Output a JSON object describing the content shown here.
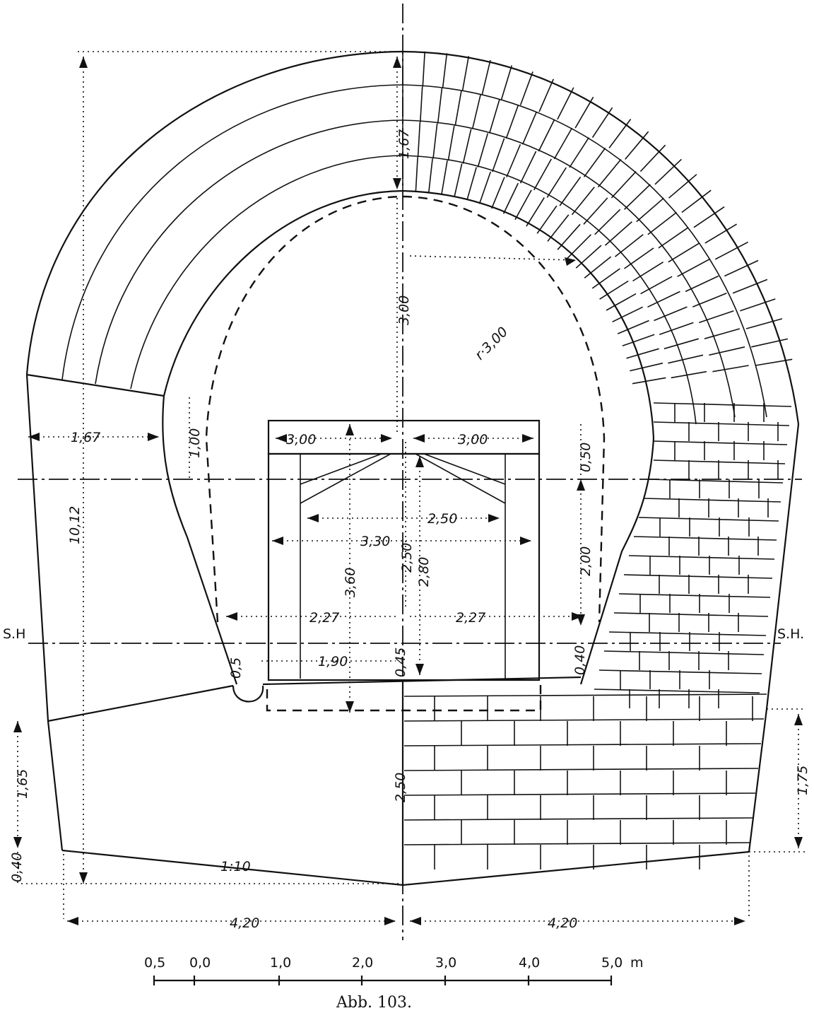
{
  "figure": {
    "caption": "Abb. 103."
  },
  "labels": {
    "sh_left": "S.H",
    "sh_right": "S.H.",
    "total_height": "10,12",
    "arch_thickness": "1,67",
    "crown_rise": "3,00",
    "radius": "r·3,00",
    "left_abutment": "1,67",
    "side_step": "1,00",
    "half_span_left": "3,00",
    "half_span_right": "3,00",
    "frame_width": "3,30",
    "frame_inner": "2,50",
    "frame_height": "3,60",
    "height_250": "2,50",
    "height_280": "2,80",
    "right_050": "0,50",
    "right_200": "2,00",
    "right_040": "0,40",
    "sh_left_227": "2,27",
    "sh_right_227": "2,27",
    "inner_190": "1,90",
    "small_045": "0,45",
    "gutter_05": "0,5",
    "found_height": "2,50",
    "left_165": "1,65",
    "left_040": "0,40",
    "right_175": "1,75",
    "slope": "1:10",
    "half_base_left": "4,20",
    "half_base_right": "4,20"
  },
  "scale_bar": {
    "ticks": [
      "0,5",
      "0,0",
      "1,0",
      "2,0",
      "3,0",
      "4,0",
      "5,0"
    ],
    "unit": "m"
  }
}
